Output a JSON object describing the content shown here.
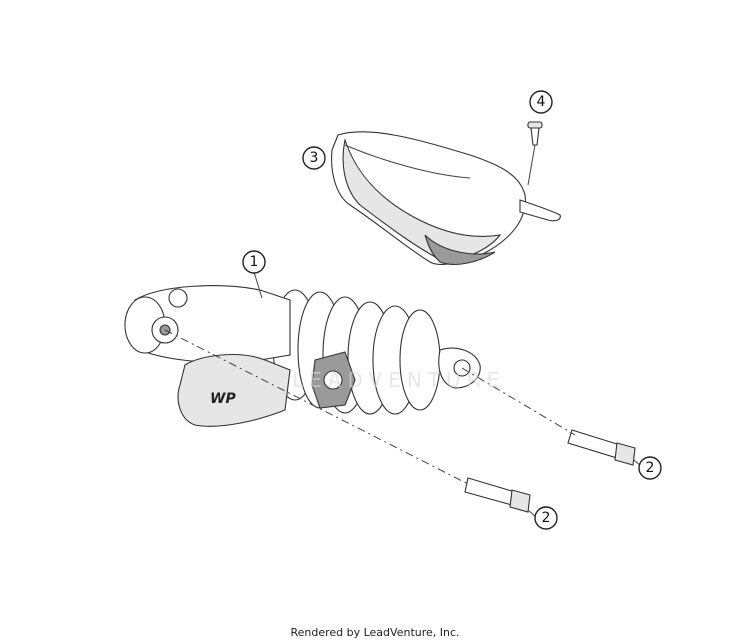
{
  "callouts": {
    "c1": "1",
    "c2a": "2",
    "c2b": "2",
    "c3": "3",
    "c4": "4"
  },
  "brand_mark": "WP",
  "watermark": "LEADVENTURE",
  "footer": {
    "credit": "Rendered by LeadVenture, Inc."
  },
  "colors": {
    "line": "#333333",
    "shade": "#e6e6e6",
    "watermark": "#d8d8d8"
  }
}
